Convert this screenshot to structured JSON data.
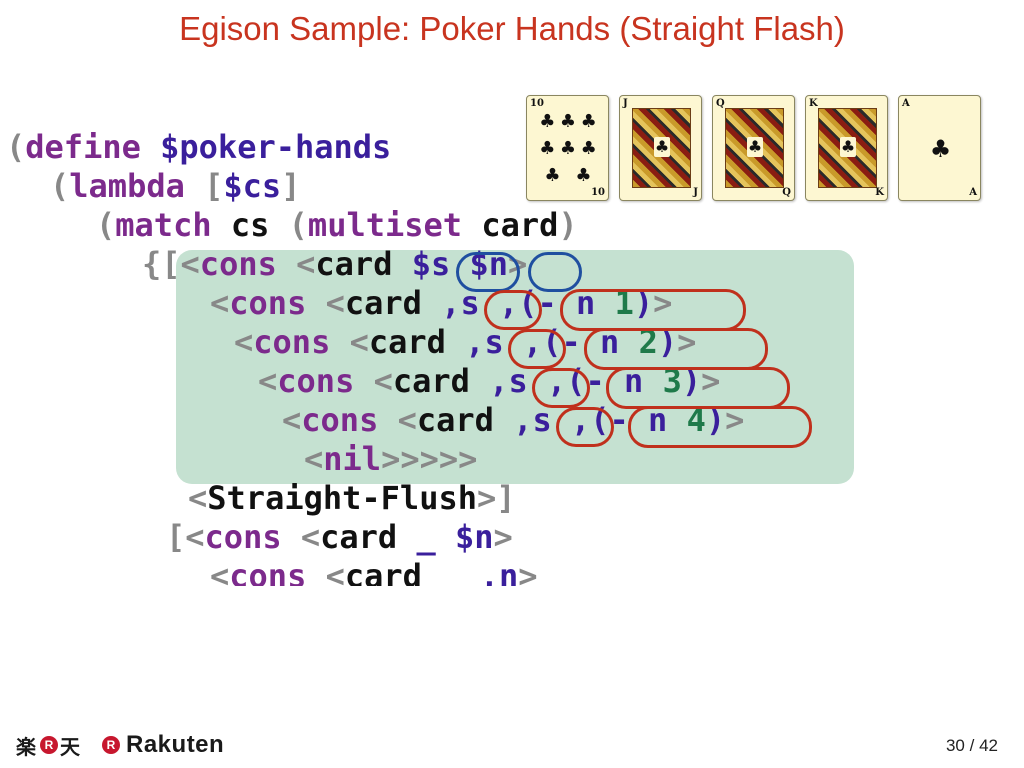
{
  "slide": {
    "title": "Egison Sample: Poker Hands (Straight Flash)",
    "page_current": "30",
    "page_total": "42",
    "page_separator": "/"
  },
  "cards": [
    {
      "rank": "10",
      "suit": "♣",
      "kind": "pips"
    },
    {
      "rank": "J",
      "suit": "♣",
      "kind": "face"
    },
    {
      "rank": "Q",
      "suit": "♣",
      "kind": "face"
    },
    {
      "rank": "K",
      "suit": "♣",
      "kind": "face"
    },
    {
      "rank": "A",
      "suit": "♣",
      "kind": "ace"
    }
  ],
  "code": {
    "l1": {
      "p": "(",
      "kw": "define",
      "var": "$poker-hands"
    },
    "l2": {
      "p": "(",
      "kw": "lambda",
      "b": "[",
      "var": "$cs",
      "e": "]"
    },
    "l3": {
      "p": "(",
      "kw": "match",
      "t1": "cs",
      "p2": "(",
      "kw2": "multiset",
      "t2": "card",
      "e": ")"
    },
    "l4": {
      "p": "{[",
      "a1": "<",
      "kw": "cons",
      "a2": "<",
      "t": "card",
      "v1": "$s",
      "v2": "$n",
      "e": ">"
    },
    "l5": {
      "a1": "<",
      "kw": "cons",
      "a2": "<",
      "t": "card",
      "v1": ",s",
      "v2": ",(- n ",
      "n": "1",
      "c": ")",
      "e": ">"
    },
    "l6": {
      "a1": "<",
      "kw": "cons",
      "a2": "<",
      "t": "card",
      "v1": ",s",
      "v2": ",(- n ",
      "n": "2",
      "c": ")",
      "e": ">"
    },
    "l7": {
      "a1": "<",
      "kw": "cons",
      "a2": "<",
      "t": "card",
      "v1": ",s",
      "v2": ",(- n ",
      "n": "3",
      "c": ")",
      "e": ">"
    },
    "l8": {
      "a1": "<",
      "kw": "cons",
      "a2": "<",
      "t": "card",
      "v1": ",s",
      "v2": ",(- n ",
      "n": "4",
      "c": ")",
      "e": ">"
    },
    "l9": {
      "a1": "<",
      "kw": "nil",
      "e": ">>>>>"
    },
    "l10": {
      "a1": "<",
      "t": "Straight-Flush",
      "e": ">]"
    },
    "l11": {
      "b": "[",
      "a1": "<",
      "kw": "cons",
      "a2": "<",
      "t": "card",
      "u": "_",
      "var": "$n",
      "e": ">"
    },
    "l12": {
      "a1": "<",
      "kw": "cons",
      "a2": "<",
      "t": "card",
      "u": "_",
      "var": ",n",
      "e": ">"
    }
  },
  "colors": {
    "title": "#c8341f",
    "keyword": "#7c2a8c",
    "variable": "#3a1f9c",
    "number": "#1f7a4a",
    "highlight": "#6eb48c",
    "circle_pattern_var": "#1f4fa0",
    "circle_value_pattern": "#c0301c",
    "brand": "#c7172e"
  },
  "footer": {
    "logo_kanji_1": "楽",
    "logo_kanji_2": "天",
    "logo_badge": "R",
    "logo_text": "Rakuten"
  }
}
